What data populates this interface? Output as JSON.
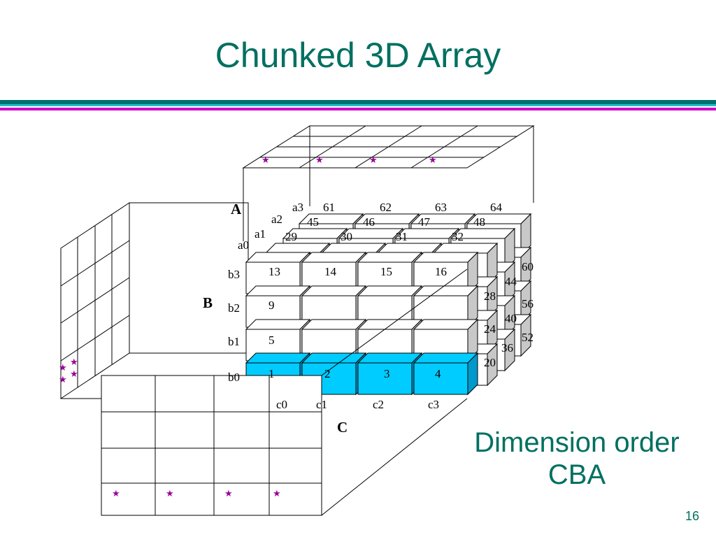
{
  "title": "Chunked 3D Array",
  "caption_line1": "Dimension order",
  "caption_line2": "CBA",
  "page_number": "16",
  "colors": {
    "title": "#007060",
    "highlight": "#00ccff",
    "star": "#990099",
    "rule_teal": "#007070",
    "rule_magenta": "#cc00cc"
  },
  "axes": {
    "a": "A",
    "b": "B",
    "c": "C"
  },
  "dim_a_labels": [
    "a0",
    "a1",
    "a2",
    "a3"
  ],
  "dim_b_labels": [
    "b0",
    "b1",
    "b2",
    "b3"
  ],
  "dim_c_labels": [
    "c0",
    "c1",
    "c2",
    "c3"
  ],
  "front_layer_chunks": {
    "row_b0": [
      "1",
      "2",
      "3",
      "4"
    ],
    "b1": "5",
    "b2": "9",
    "row_b3": [
      "13",
      "14",
      "15",
      "16"
    ]
  },
  "layer_a1_top_row": [
    "29",
    "30",
    "31",
    "32"
  ],
  "layer_a2_top_row": [
    "45",
    "46",
    "47",
    "48"
  ],
  "layer_a3_top_row": [
    "61",
    "62",
    "63",
    "64"
  ],
  "side_labels": [
    "60",
    "44",
    "28",
    "56",
    "40",
    "24",
    "52",
    "36",
    "20"
  ],
  "star_icon": "★"
}
